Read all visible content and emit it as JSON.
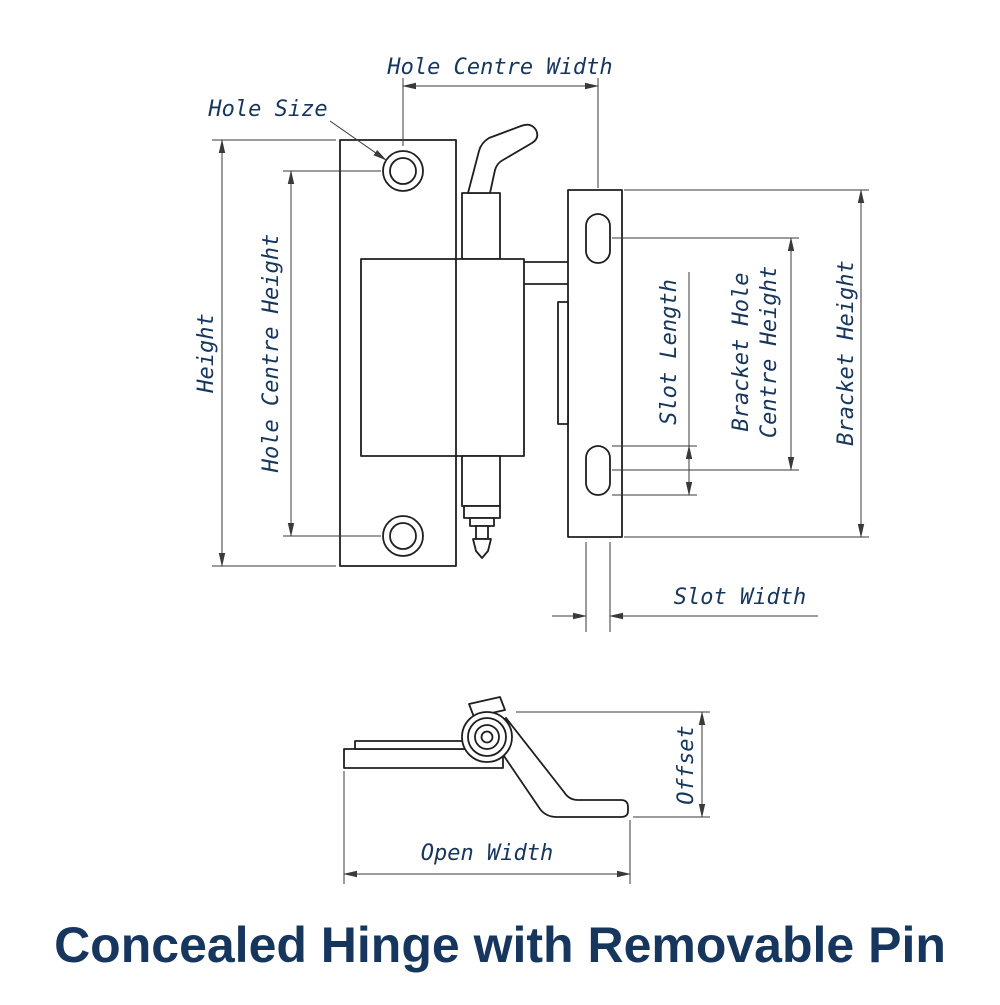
{
  "title": "Concealed Hinge with Removable Pin",
  "labels": {
    "hole_centre_width": "Hole Centre Width",
    "hole_size": "Hole Size",
    "height": "Height",
    "hole_centre_height": "Hole Centre Height",
    "slot_length": "Slot Length",
    "bracket_hole_centre_height_line1": "Bracket Hole",
    "bracket_hole_centre_height_line2": "Centre Height",
    "bracket_height": "Bracket Height",
    "slot_width": "Slot Width",
    "offset": "Offset",
    "open_width": "Open Width"
  },
  "colors": {
    "annotation": "#17365d",
    "line": "#1f1f1f",
    "dimension_line": "#3a3a3a",
    "background": "#ffffff"
  }
}
